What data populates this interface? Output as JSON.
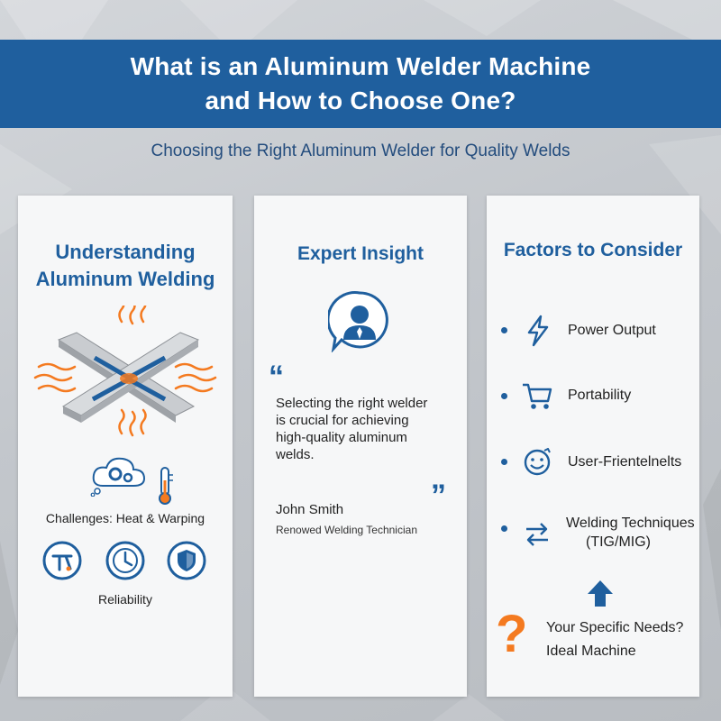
{
  "header": {
    "title_line1": "What is an Aluminum Welder Machine",
    "title_line2": "and How to Choose One?",
    "subtitle": "Choosing the Right Aluminum Welder for Quality Welds"
  },
  "card1": {
    "title_line1": "Understanding",
    "title_line2": "Aluminum Welding",
    "challenges": "Challenges: Heat & Warping",
    "reliability": "Reliability"
  },
  "card2": {
    "title": "Expert Insight",
    "quote_line1": "Selecting the right welder",
    "quote_line2": "is crucial for achieving",
    "quote_line3": "high-quality aluminum",
    "quote_line4": "welds.",
    "open_quote": "“",
    "close_quote": "”",
    "author": "John Smith",
    "role": "Renowed Welding Technician"
  },
  "card3": {
    "title": "Factors to Consider",
    "factors": [
      {
        "label": "Power Output",
        "icon": "lightning-icon"
      },
      {
        "label": "Portability",
        "icon": "cart-icon"
      },
      {
        "label": "User-Frientelnelts",
        "icon": "smiley-icon"
      },
      {
        "label_line1": "Welding Techniques",
        "label_line2": "(TIG/MIG)",
        "icon": "swap-arrows-icon"
      }
    ],
    "question_mark": "?",
    "needs_line1": "Your Specific Needs?",
    "needs_line2": "Ideal Machine"
  },
  "colors": {
    "brand_blue": "#1f5f9e",
    "accent_orange": "#f47a20",
    "text_dark": "#222222"
  }
}
